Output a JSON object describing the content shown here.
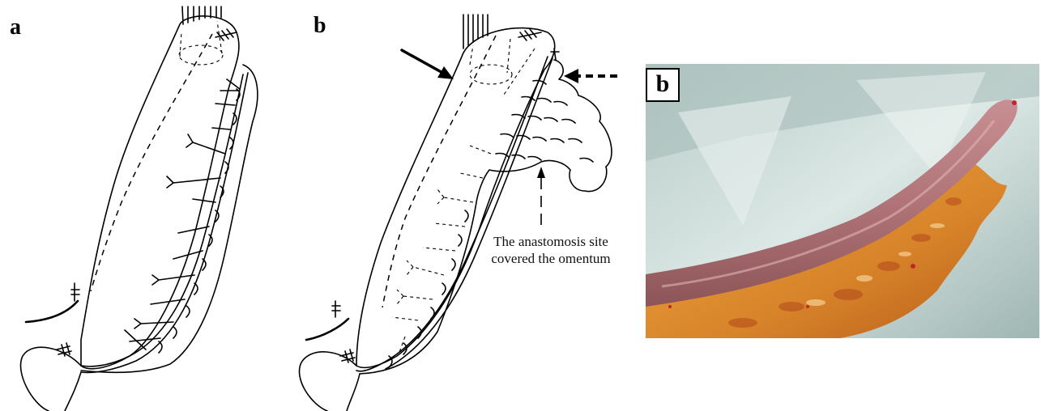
{
  "panels": {
    "left": {
      "label": "a"
    },
    "middle": {
      "label": "b"
    },
    "photo": {
      "label": "b"
    }
  },
  "annotation": {
    "line1": "The anastomosis site",
    "line2": "covered the omentum"
  },
  "colors": {
    "ink": "#000000",
    "drape": "#cfe0dc",
    "tissue": "#b77a7e",
    "fat": "#e3952f"
  }
}
